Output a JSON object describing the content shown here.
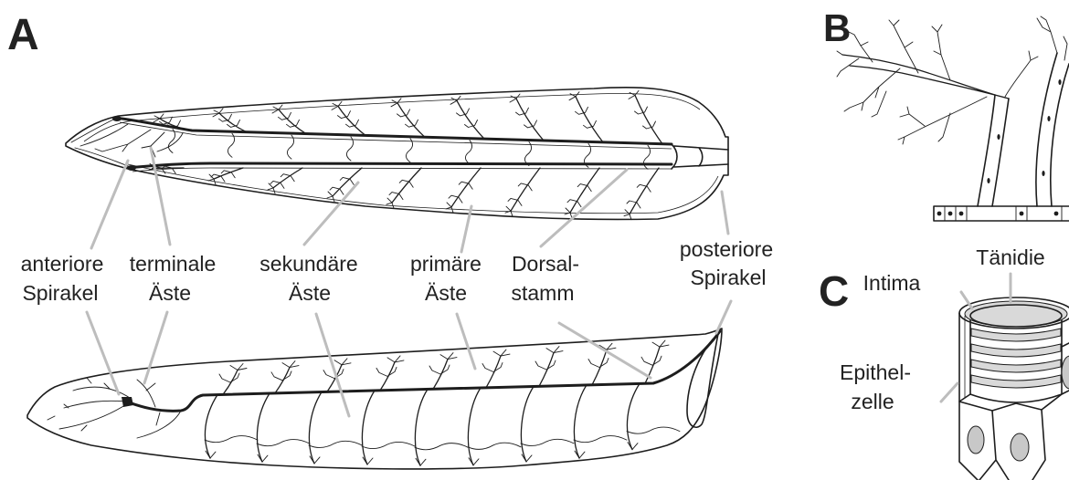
{
  "panels": {
    "a": "A",
    "b": "B",
    "c": "C"
  },
  "labels": {
    "anterior_spiracle": {
      "line1": "anteriore",
      "line2": "Spirakel"
    },
    "terminal_branches": {
      "line1": "terminale",
      "line2": "Äste"
    },
    "secondary_branches": {
      "line1": "sekundäre",
      "line2": "Äste"
    },
    "primary_branches": {
      "line1": "primäre",
      "line2": "Äste"
    },
    "dorsal_trunk": {
      "line1": "Dorsal-",
      "line2": "stamm"
    },
    "posterior_spiracle": {
      "line1": "posteriore",
      "line2": "Spirakel"
    },
    "taenidium": "Tänidie",
    "intima": "Intima",
    "epithelial_cell": {
      "line1": "Epithel-",
      "line2": "zelle"
    }
  },
  "colors": {
    "ink": "#1d1d1d",
    "pointer": "#bdbdbd",
    "nucleus": "#c8c8c8",
    "ring": "#d9d9d9",
    "background": "#ffffff"
  }
}
